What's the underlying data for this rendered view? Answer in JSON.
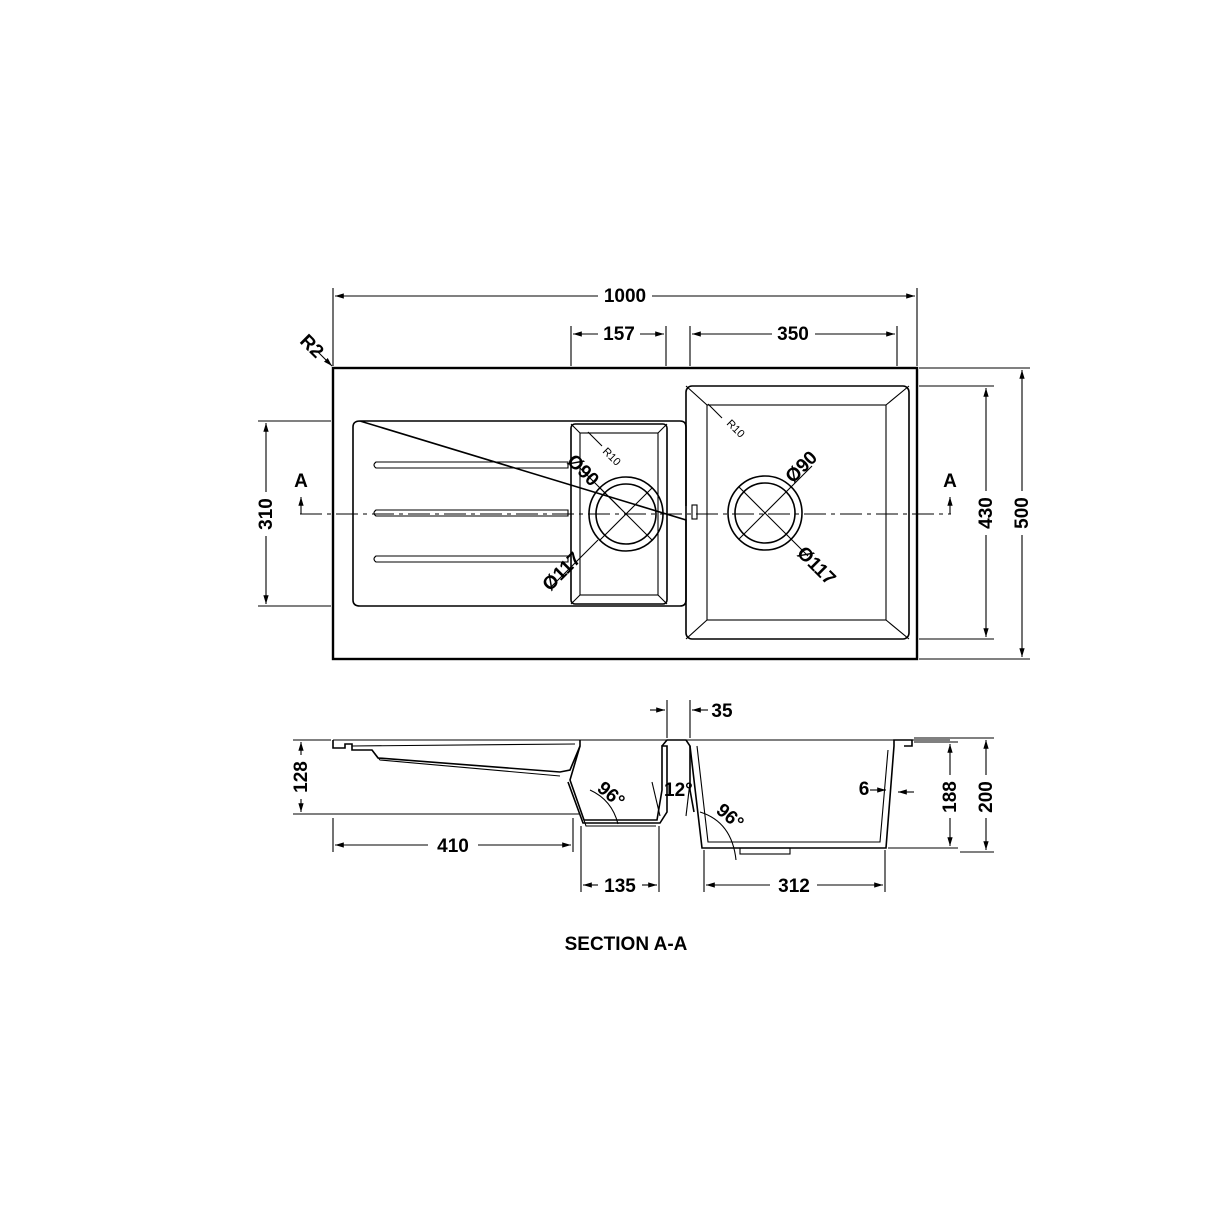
{
  "plan": {
    "overall_width": "1000",
    "drainer_bowl_width": "157",
    "main_bowl_width": "350",
    "corner_radius": "R2",
    "bowl_corner_radius_small": "R10",
    "bowl_corner_radius_main": "R10",
    "small_waste_diameter": "Ø90",
    "small_overflow_diameter": "Ø117",
    "main_waste_diameter": "Ø90",
    "main_overflow_diameter": "Ø117",
    "drainer_depth": "310",
    "main_bowl_depth": "430",
    "overall_depth": "500",
    "section_marker_left": "A",
    "section_marker_right": "A"
  },
  "section": {
    "wall_thickness": "35",
    "small_bowl_depth": "128",
    "drainer_length": "410",
    "small_bowl_base": "135",
    "main_bowl_base": "312",
    "wall_angle": "12°",
    "small_bowl_angle": "96°",
    "main_bowl_angle": "96°",
    "rim_thickness": "6",
    "main_bowl_depth": "188",
    "overall_height": "200",
    "title": "SECTION A-A"
  }
}
